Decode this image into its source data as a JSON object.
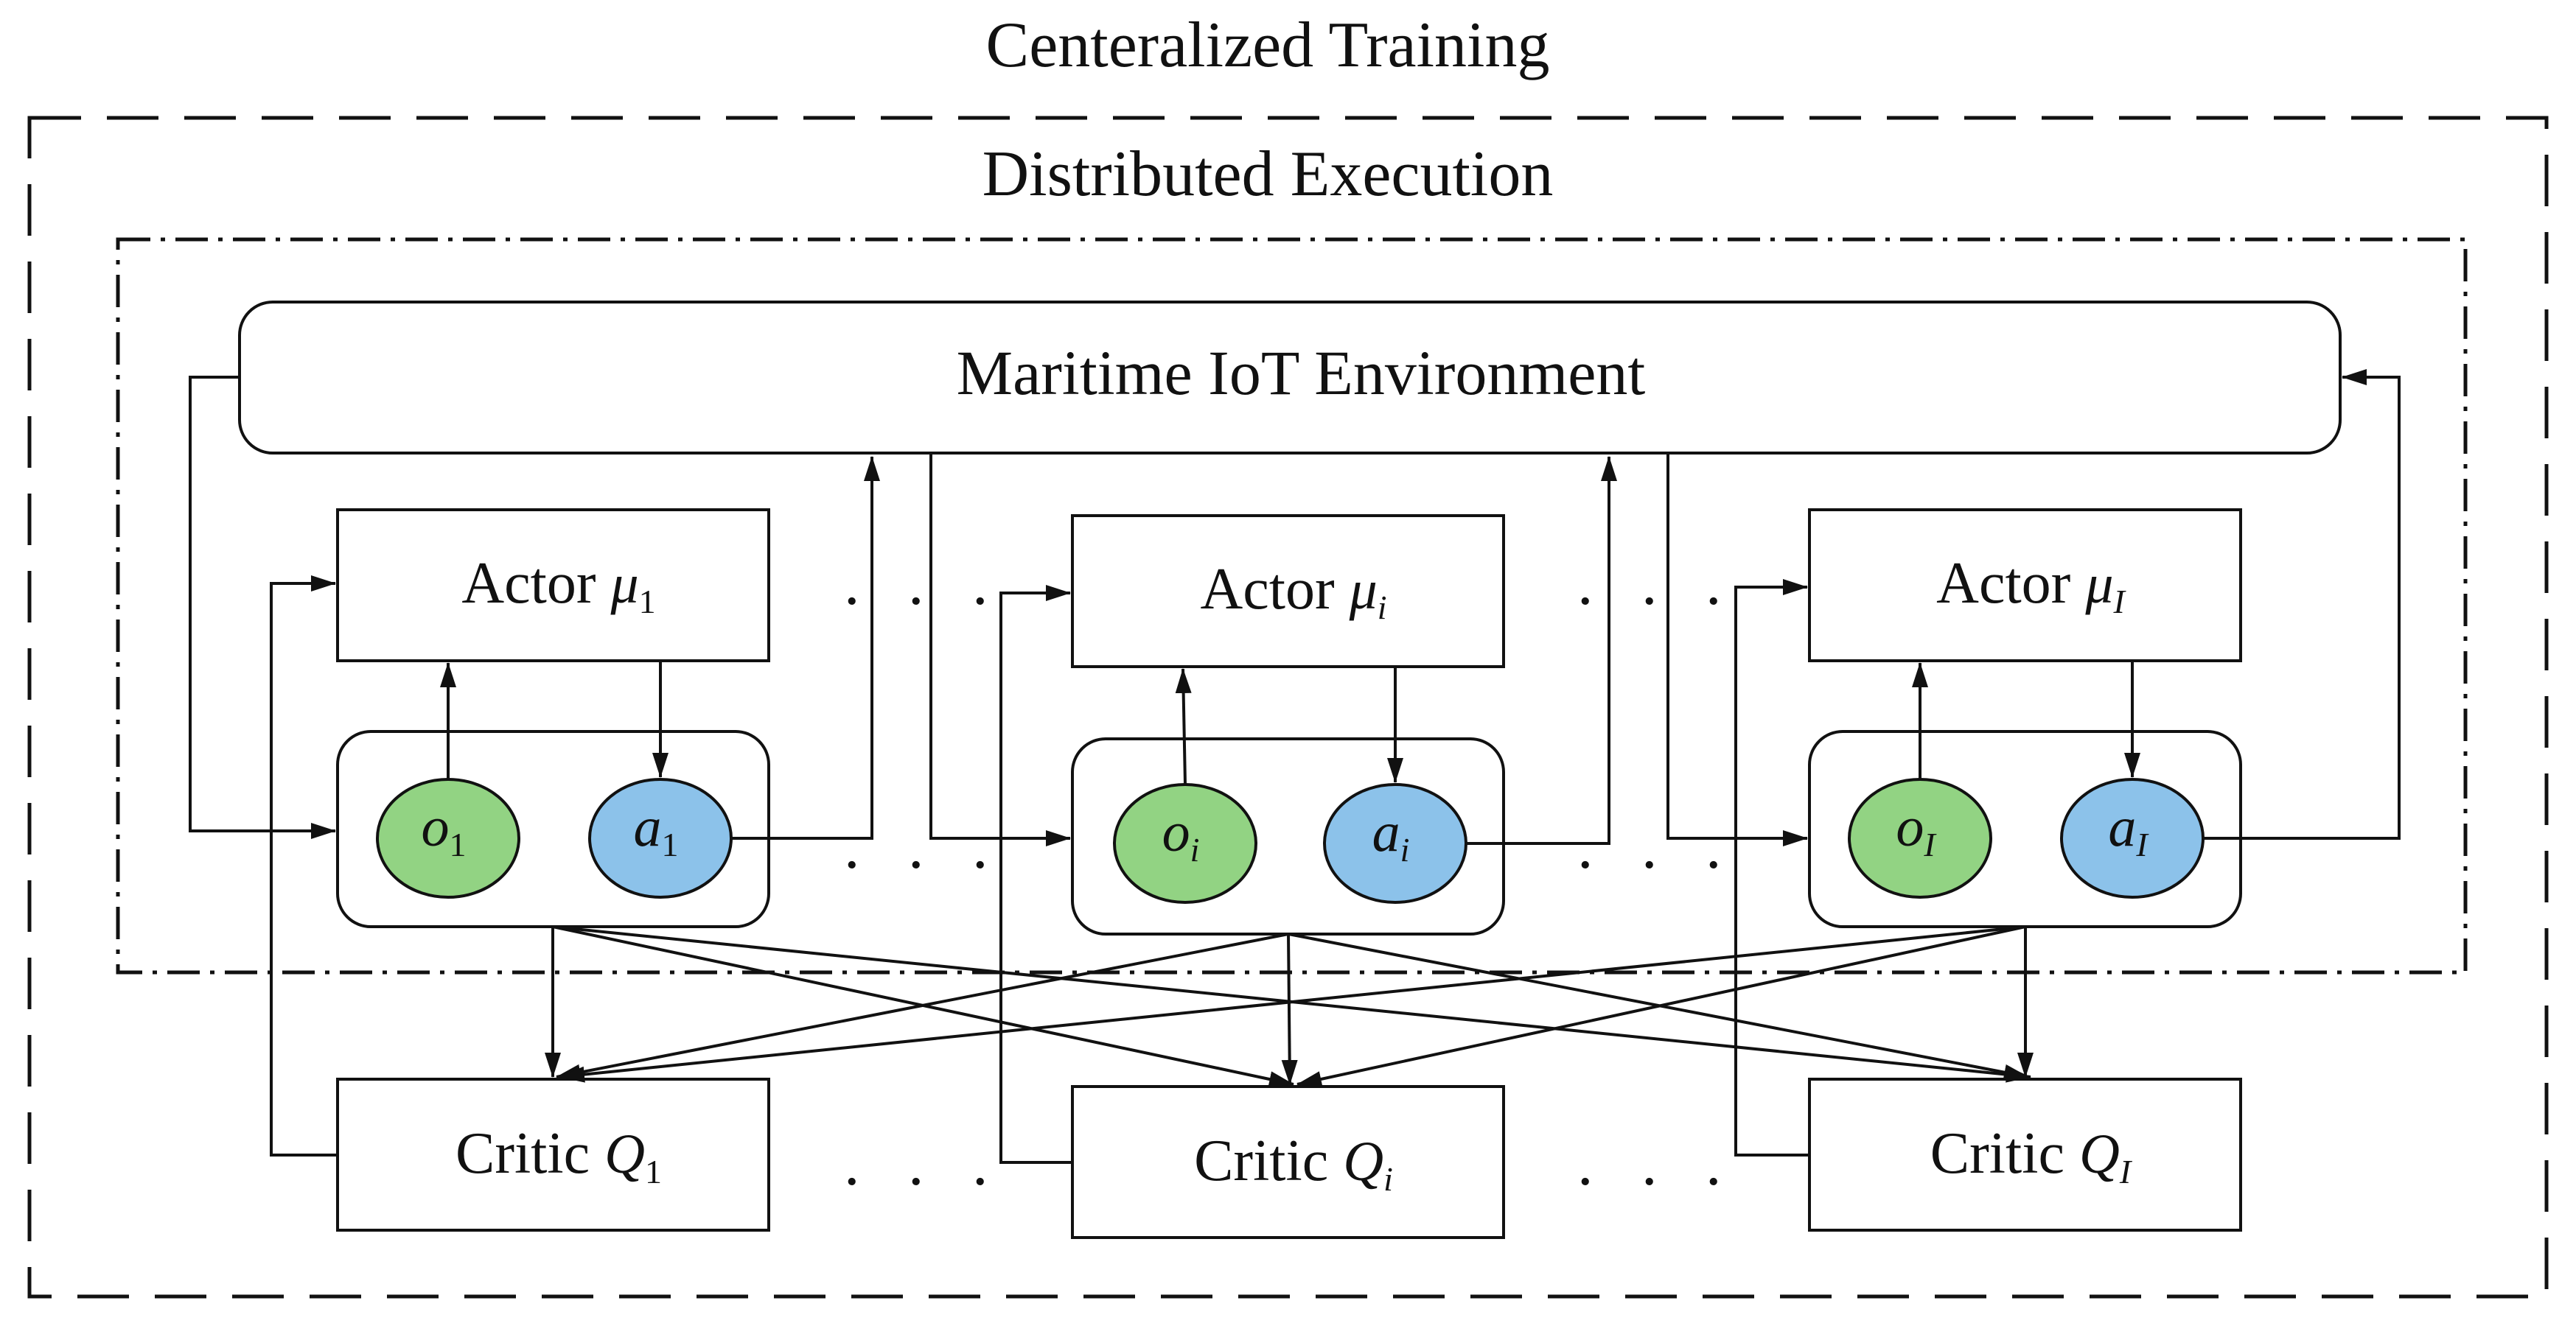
{
  "title_outer": "Centeralized Training",
  "title_inner": "Distributed Execution",
  "environment_label": "Maritime IoT Environment",
  "ellipsis": ". . .",
  "colors": {
    "observation_fill": "#92d383",
    "action_fill": "#8cc2ea",
    "stroke": "#111111"
  },
  "agents": [
    {
      "actor_word": "Actor",
      "actor_symbol": "μ",
      "actor_sub": "1",
      "obs_symbol": "o",
      "obs_sub": "1",
      "act_symbol": "a",
      "act_sub": "1",
      "critic_word": "Critic",
      "critic_symbol": "Q",
      "critic_sub": "1"
    },
    {
      "actor_word": "Actor",
      "actor_symbol": "μ",
      "actor_sub": "i",
      "obs_symbol": "o",
      "obs_sub": "i",
      "act_symbol": "a",
      "act_sub": "i",
      "critic_word": "Critic",
      "critic_symbol": "Q",
      "critic_sub": "i"
    },
    {
      "actor_word": "Actor",
      "actor_symbol": "μ",
      "actor_sub": "I",
      "obs_symbol": "o",
      "obs_sub": "I",
      "act_symbol": "a",
      "act_sub": "I",
      "critic_word": "Critic",
      "critic_symbol": "Q",
      "critic_sub": "I"
    }
  ]
}
